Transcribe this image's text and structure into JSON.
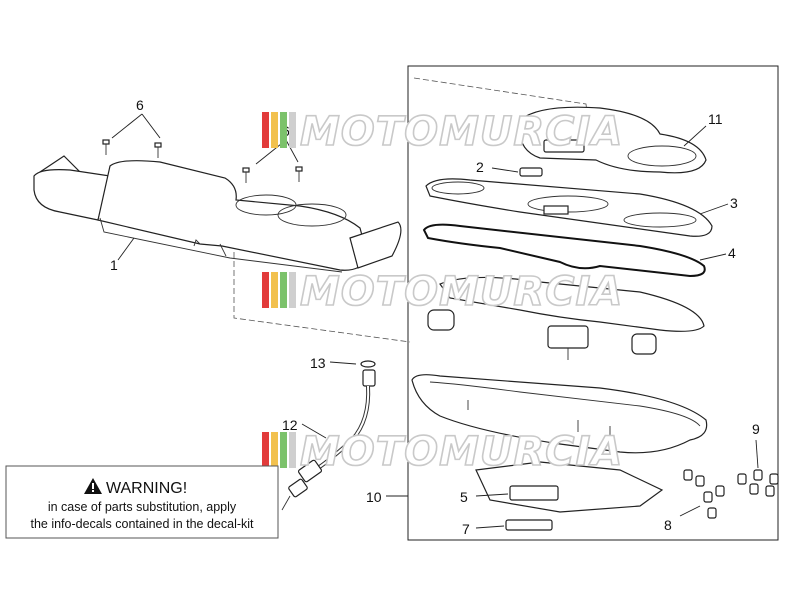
{
  "callouts": {
    "c1": "1",
    "c2": "2",
    "c3": "3",
    "c4": "4",
    "c5": "5",
    "c6": "6",
    "c7": "7",
    "c8": "8",
    "c9": "9",
    "c10": "10",
    "c11": "11",
    "c12": "12",
    "c13": "13"
  },
  "watermark": {
    "text": "MOTOMURCIA",
    "colors": [
      "#e23b3b",
      "#f2c14e",
      "#7cc26b",
      "#cfcfcf"
    ]
  },
  "warning": {
    "title": "WARNING!",
    "line1": "in case of parts substitution, apply",
    "line2": "the info-decals contained in the decal-kit",
    "icon": "warning-triangle-icon"
  },
  "colors": {
    "line": "#222222",
    "watermark_stroke": "#c9c9c9"
  }
}
